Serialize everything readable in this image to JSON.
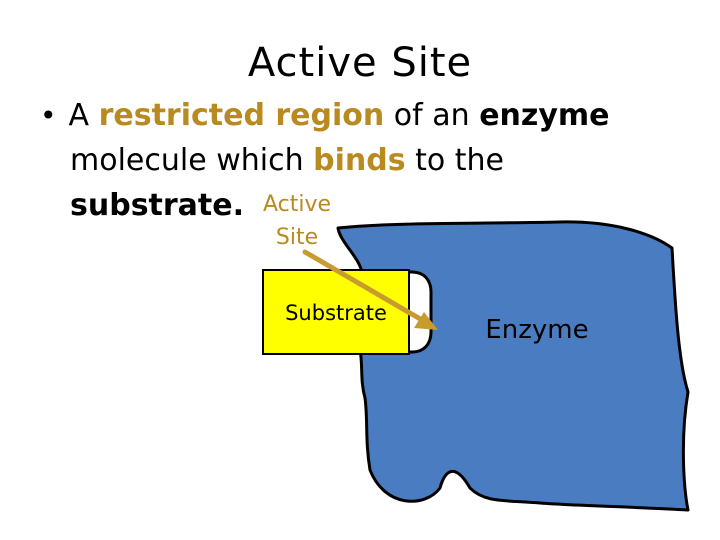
{
  "slide": {
    "title": "Active Site",
    "bullet": {
      "prefix": "A ",
      "highlight1": "restricted region",
      "mid1": " of an ",
      "emph1": "enzyme",
      "line2_prefix": "molecule which ",
      "highlight2": "binds",
      "line2_suffix": " to the",
      "line3": "substrate."
    }
  },
  "diagram": {
    "active_site_label_line1": "Active",
    "active_site_label_line2": "Site",
    "substrate_label": "Substrate",
    "enzyme_label": "Enzyme",
    "colors": {
      "enzyme_fill": "#4a7cc2",
      "substrate_fill": "#ffff00",
      "arrow": "#c89b2e",
      "highlight_text": "#b98a1f"
    }
  }
}
